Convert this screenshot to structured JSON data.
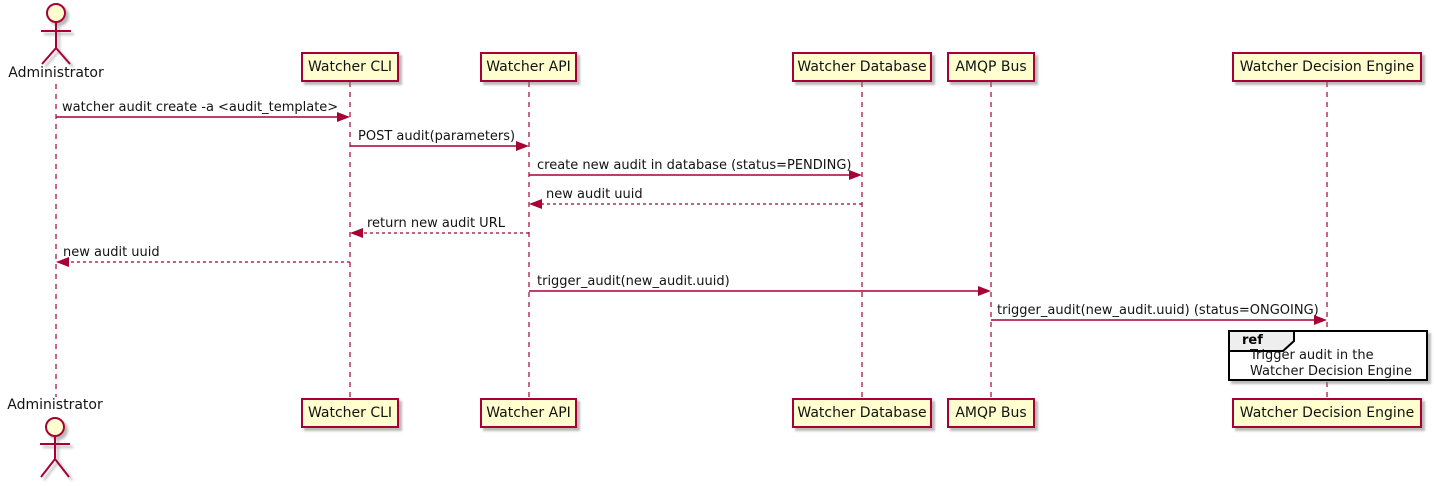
{
  "diagram": {
    "type": "sequence-diagram",
    "actor": {
      "name": "Administrator"
    },
    "participants": [
      {
        "label": "Watcher CLI"
      },
      {
        "label": "Watcher API"
      },
      {
        "label": "Watcher Database"
      },
      {
        "label": "AMQP Bus"
      },
      {
        "label": "Watcher Decision Engine"
      }
    ],
    "messages": [
      {
        "from": "Administrator",
        "to": "Watcher CLI",
        "text": "watcher audit create -a <audit_template>",
        "line": "solid"
      },
      {
        "from": "Watcher CLI",
        "to": "Watcher API",
        "text": "POST audit(parameters)",
        "line": "solid"
      },
      {
        "from": "Watcher API",
        "to": "Watcher Database",
        "text": "create new audit in database (status=PENDING)",
        "line": "solid"
      },
      {
        "from": "Watcher Database",
        "to": "Watcher API",
        "text": "new audit uuid",
        "line": "dashed"
      },
      {
        "from": "Watcher API",
        "to": "Watcher CLI",
        "text": "return new audit URL",
        "line": "dashed"
      },
      {
        "from": "Watcher CLI",
        "to": "Administrator",
        "text": "new audit uuid",
        "line": "dashed"
      },
      {
        "from": "Watcher API",
        "to": "AMQP Bus",
        "text": "trigger_audit(new_audit.uuid)",
        "line": "solid"
      },
      {
        "from": "AMQP Bus",
        "to": "Watcher Decision Engine",
        "text": "trigger_audit(new_audit.uuid) (status=ONGOING)",
        "line": "solid"
      }
    ],
    "ref": {
      "keyword": "ref",
      "lines": [
        "Trigger audit in the",
        "Watcher Decision Engine"
      ]
    },
    "colors": {
      "participant_fill": "#FEFECE",
      "participant_border": "#A80036",
      "arrow": "#A80036",
      "lifeline": "#A80036",
      "actor_stroke": "#A80036",
      "text": "#131313",
      "ref_border": "#000000",
      "ref_tag_fill": "#EEEEEE",
      "background": "#FFFFFF"
    }
  }
}
